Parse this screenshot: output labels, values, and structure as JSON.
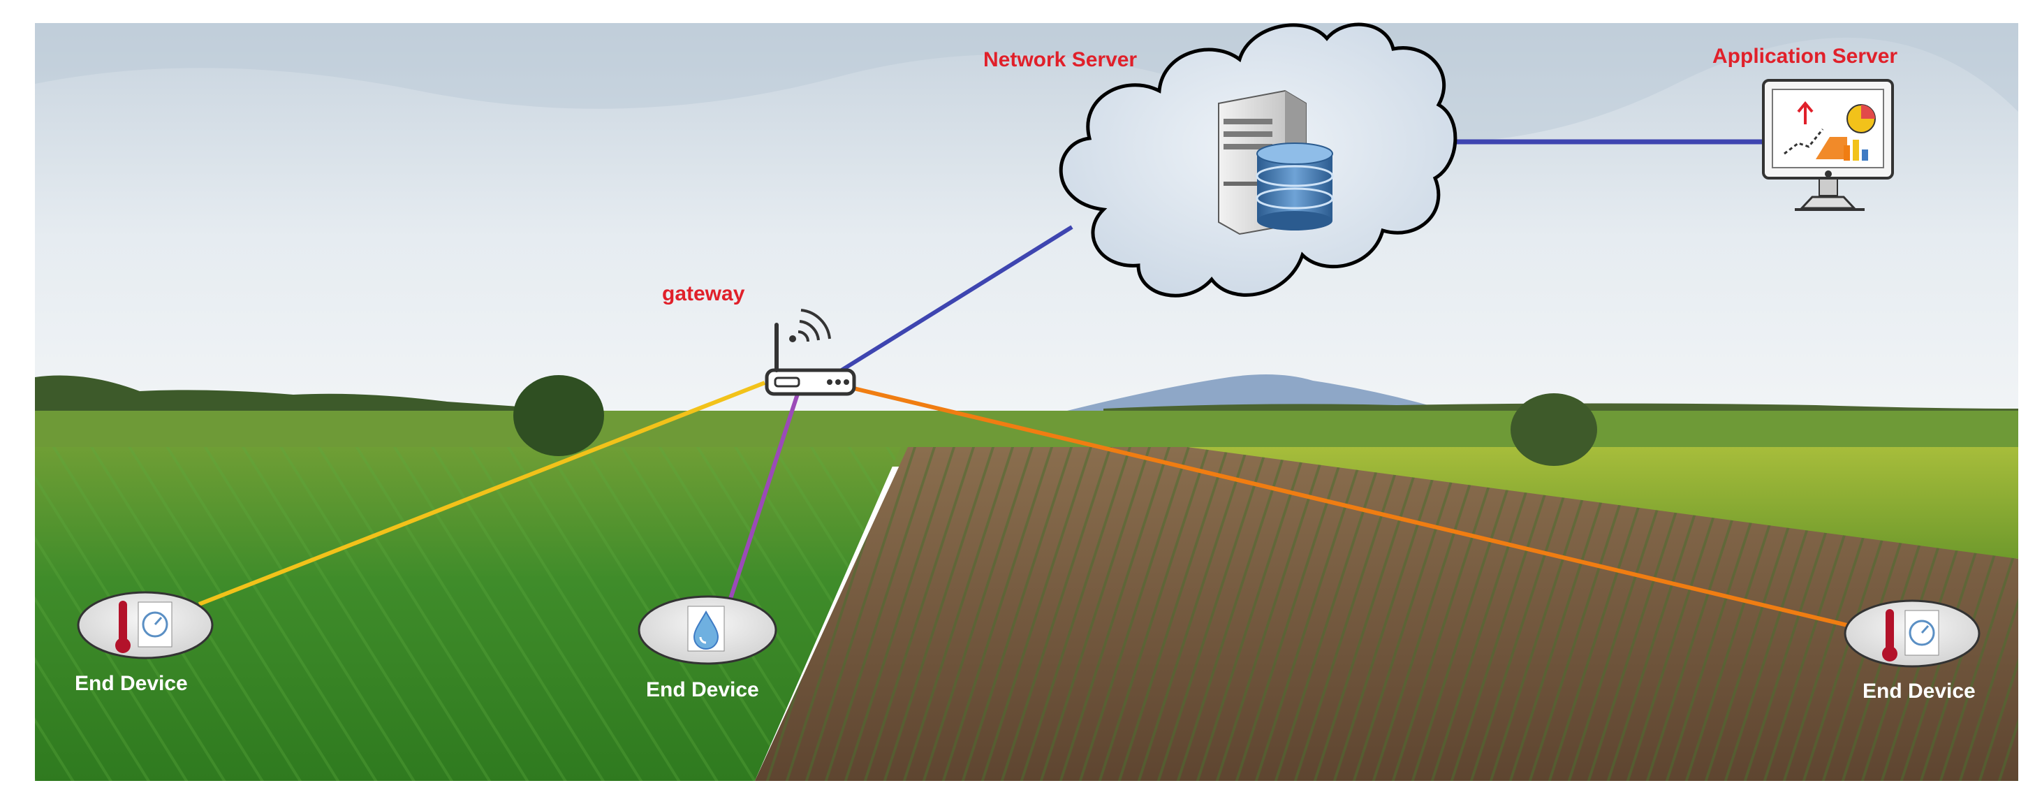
{
  "labels": {
    "network_server": "Network Server",
    "application_server": "Application Server",
    "gateway": "gateway",
    "end_device_left": "End Device",
    "end_device_middle": "End Device",
    "end_device_right": "End Device"
  },
  "colors": {
    "label_red": "#e0202a",
    "label_white": "#ffffff",
    "link_blue": "#3e45b0",
    "link_yellow": "#f2c21a",
    "link_purple": "#9b4ab8",
    "link_orange": "#f07d12",
    "thermometer_red": "#b3122a"
  },
  "icons": {
    "cloud": "cloud-icon",
    "server": "server-tower-icon",
    "database": "database-icon",
    "monitor": "monitor-analytics-icon",
    "router": "wifi-router-icon",
    "thermometer": "thermometer-icon",
    "gauge": "gauge-icon",
    "humidity": "water-drop-icon"
  }
}
